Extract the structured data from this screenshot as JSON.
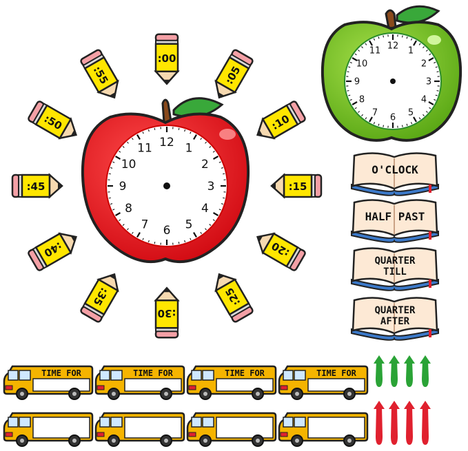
{
  "pencil_labels": [
    ":00",
    ":05",
    ":10",
    ":15",
    ":20",
    ":25",
    ":30",
    ":35",
    ":40",
    ":45",
    ":50",
    ":55"
  ],
  "big_clock_numbers": [
    "12",
    "1",
    "2",
    "3",
    "4",
    "5",
    "6",
    "7",
    "8",
    "9",
    "10",
    "11"
  ],
  "small_clock_numbers": [
    "12",
    "1",
    "2",
    "3",
    "4",
    "5",
    "6",
    "7",
    "8",
    "9",
    "10",
    "11"
  ],
  "books": [
    {
      "lines": [
        "O'CLOCK"
      ]
    },
    {
      "lines": [
        "HALF PAST"
      ]
    },
    {
      "lines": [
        "QUARTER",
        "TILL"
      ]
    },
    {
      "lines": [
        "QUARTER",
        "AFTER"
      ]
    }
  ],
  "buses": {
    "top_row_label": "TIME FOR",
    "top_count": 4,
    "bottom_count": 4
  },
  "colors": {
    "red_apple": "#e3141b",
    "green_apple": "#7cc520",
    "pencil_yellow": "#ffe600",
    "bus_yellow": "#f5b400",
    "green_hand": "#2aa336",
    "red_hand": "#e0202e",
    "book_blue": "#3b79c9"
  }
}
